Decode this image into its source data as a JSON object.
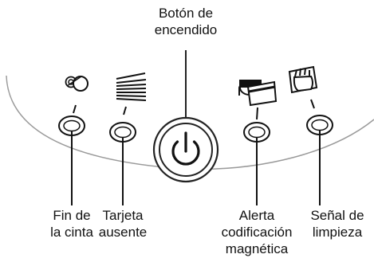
{
  "power_button": {
    "label_line1": "Botón de",
    "label_line2": "encendido"
  },
  "indicators": [
    {
      "id": "fin-cinta",
      "icon": "tape-reel-icon",
      "label_lines": [
        "Fin de",
        "la cinta"
      ]
    },
    {
      "id": "tarjeta-ausente",
      "icon": "card-stack-icon",
      "label_lines": [
        "Tarjeta",
        "ausente"
      ]
    },
    {
      "id": "alerta-codificacion",
      "icon": "magnetic-card-icon",
      "label_lines": [
        "Alerta",
        "codificación",
        "magnética"
      ]
    },
    {
      "id": "senal-limpieza",
      "icon": "cleaning-hand-icon",
      "label_lines": [
        "Señal de",
        "limpieza"
      ]
    }
  ],
  "colors": {
    "line": "#222222",
    "panel_edge": "#888888",
    "background": "#ffffff"
  }
}
